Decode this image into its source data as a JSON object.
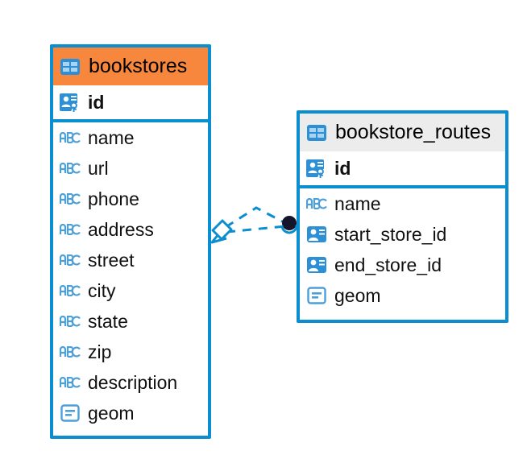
{
  "diagram": {
    "type": "entity-relationship-diagram",
    "background": "#ffffff",
    "accent_color": "#0b8ed0",
    "highlight_color": "#f8873e",
    "header_grey": "#ececec"
  },
  "entities": [
    {
      "name": "bookstores",
      "header_icon": "table-icon",
      "header_style": "accent-orange",
      "columns": [
        {
          "label": "id",
          "icon": "primary-key-icon",
          "key": "pk"
        },
        {
          "label": "name",
          "icon": "text-abc-icon",
          "key": ""
        },
        {
          "label": "url",
          "icon": "text-abc-icon",
          "key": ""
        },
        {
          "label": "phone",
          "icon": "text-abc-icon",
          "key": ""
        },
        {
          "label": "address",
          "icon": "text-abc-icon",
          "key": ""
        },
        {
          "label": "street",
          "icon": "text-abc-icon",
          "key": ""
        },
        {
          "label": "city",
          "icon": "text-abc-icon",
          "key": ""
        },
        {
          "label": "state",
          "icon": "text-abc-icon",
          "key": ""
        },
        {
          "label": "zip",
          "icon": "text-abc-icon",
          "key": ""
        },
        {
          "label": "description",
          "icon": "text-abc-icon",
          "key": ""
        },
        {
          "label": "geom",
          "icon": "geometry-icon",
          "key": ""
        }
      ]
    },
    {
      "name": "bookstore_routes",
      "header_icon": "table-icon",
      "header_style": "accent-grey",
      "columns": [
        {
          "label": "id",
          "icon": "primary-key-icon",
          "key": "pk"
        },
        {
          "label": "name",
          "icon": "text-abc-icon",
          "key": ""
        },
        {
          "label": "start_store_id",
          "icon": "foreign-key-icon",
          "key": "fk"
        },
        {
          "label": "end_store_id",
          "icon": "foreign-key-icon",
          "key": "fk"
        },
        {
          "label": "geom",
          "icon": "geometry-icon",
          "key": ""
        }
      ]
    }
  ],
  "relationship": {
    "style": "dashed",
    "color": "#0b8ed0",
    "source_marker": "crows-foot-diamond",
    "target_marker": "filled-circle",
    "target_marker_color": "#1a1a2e"
  }
}
